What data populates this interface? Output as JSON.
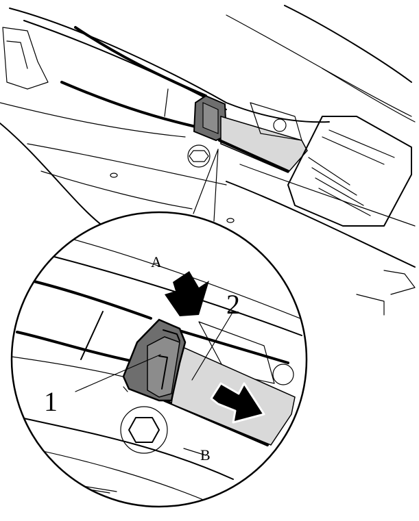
{
  "labels": {
    "view_top": "A",
    "view_bottom": "B",
    "callout_1": "1",
    "callout_2": "2"
  },
  "colors": {
    "line": "#000000",
    "connector_dark": "#6e6e6e",
    "connector_mid": "#8c8c8c",
    "cable_sleeve": "#d9d9d9",
    "background": "#ffffff"
  }
}
